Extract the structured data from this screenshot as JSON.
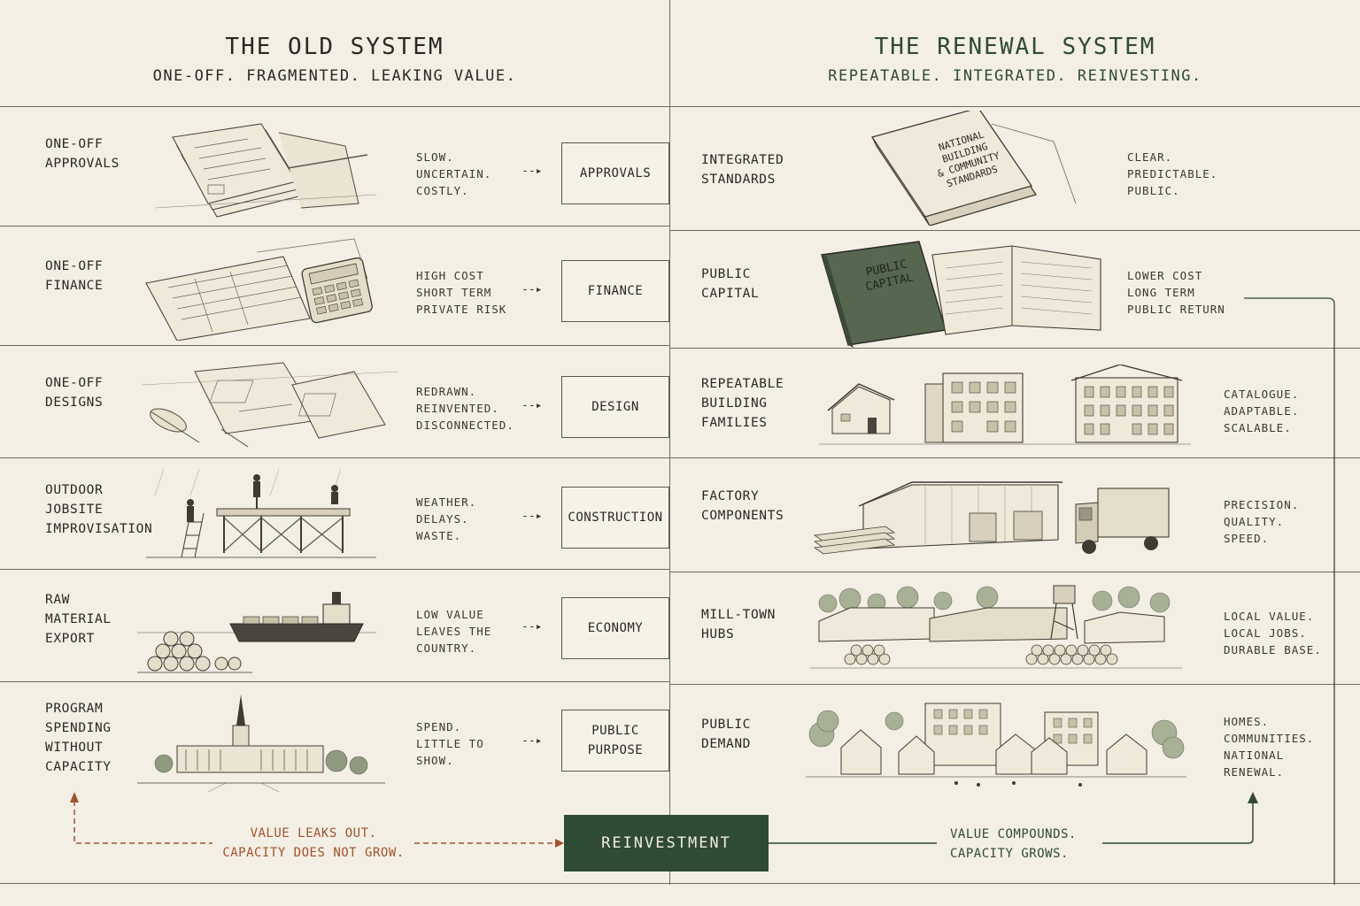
{
  "left": {
    "title": "THE OLD SYSTEM",
    "subtitle": "ONE-OFF. FRAGMENTED. LEAKING VALUE.",
    "rows": [
      {
        "label": "ONE-OFF\nAPPROVALS",
        "note": "SLOW.\nUNCERTAIN.\nCOSTLY.",
        "box": "APPROVALS",
        "icon": "permit-documents-icon"
      },
      {
        "label": "ONE-OFF\nFINANCE",
        "note": "HIGH COST\nSHORT TERM\nPRIVATE RISK",
        "box": "FINANCE",
        "icon": "ledger-calculator-icon"
      },
      {
        "label": "ONE-OFF\nDESIGNS",
        "note": "REDRAWN.\nREINVENTED.\nDISCONNECTED.",
        "box": "DESIGN",
        "icon": "blueprints-icon"
      },
      {
        "label": "OUTDOOR\nJOBSITE\nIMPROVISATION",
        "note": "WEATHER.\nDELAYS.\nWASTE.",
        "box": "CONSTRUCTION",
        "icon": "jobsite-scaffold-icon"
      },
      {
        "label": "RAW\nMATERIAL\nEXPORT",
        "note": "LOW VALUE\nLEAVES THE\nCOUNTRY.",
        "box": "ECONOMY",
        "icon": "log-export-ship-icon"
      },
      {
        "label": "PROGRAM\nSPENDING\nWITHOUT\nCAPACITY",
        "note": "SPEND.\nLITTLE TO\nSHOW.",
        "box": "PUBLIC\nPURPOSE",
        "icon": "parliament-building-icon"
      }
    ]
  },
  "right": {
    "title": "THE RENEWAL SYSTEM",
    "subtitle": "REPEATABLE. INTEGRATED. REINVESTING.",
    "rows": [
      {
        "label": "INTEGRATED\nSTANDARDS",
        "note": "CLEAR.\nPREDICTABLE.\nPUBLIC.",
        "icon": "standards-book-icon",
        "book_text": "NATIONAL\nBUILDING\n& COMMUNITY\nSTANDARDS"
      },
      {
        "label": "PUBLIC\nCAPITAL",
        "note": "LOWER COST\nLONG TERM\nPUBLIC RETURN",
        "icon": "public-capital-ledger-icon",
        "book_text": "PUBLIC\nCAPITAL"
      },
      {
        "label": "REPEATABLE\nBUILDING\nFAMILIES",
        "note": "CATALOGUE.\nADAPTABLE.\nSCALABLE.",
        "icon": "building-family-icon"
      },
      {
        "label": "FACTORY\nCOMPONENTS",
        "note": "PRECISION.\nQUALITY.\nSPEED.",
        "icon": "factory-truck-icon"
      },
      {
        "label": "MILL-TOWN\nHUBS",
        "note": "LOCAL VALUE.\nLOCAL JOBS.\nDURABLE BASE.",
        "icon": "mill-town-icon"
      },
      {
        "label": "PUBLIC\nDEMAND",
        "note": "HOMES.\nCOMMUNITIES.\nNATIONAL\nRENEWAL.",
        "icon": "community-homes-icon"
      }
    ]
  },
  "footer": {
    "reinvestment": "REINVESTMENT",
    "leak_text": "VALUE LEAKS OUT.\nCAPACITY DOES NOT GROW.",
    "compound_text": "VALUE COMPOUNDS.\nCAPACITY GROWS."
  },
  "colors": {
    "background": "#f3efe4",
    "accent_green": "#2f4a35",
    "leak_orange": "#a0522d",
    "ink": "#2a2823"
  }
}
